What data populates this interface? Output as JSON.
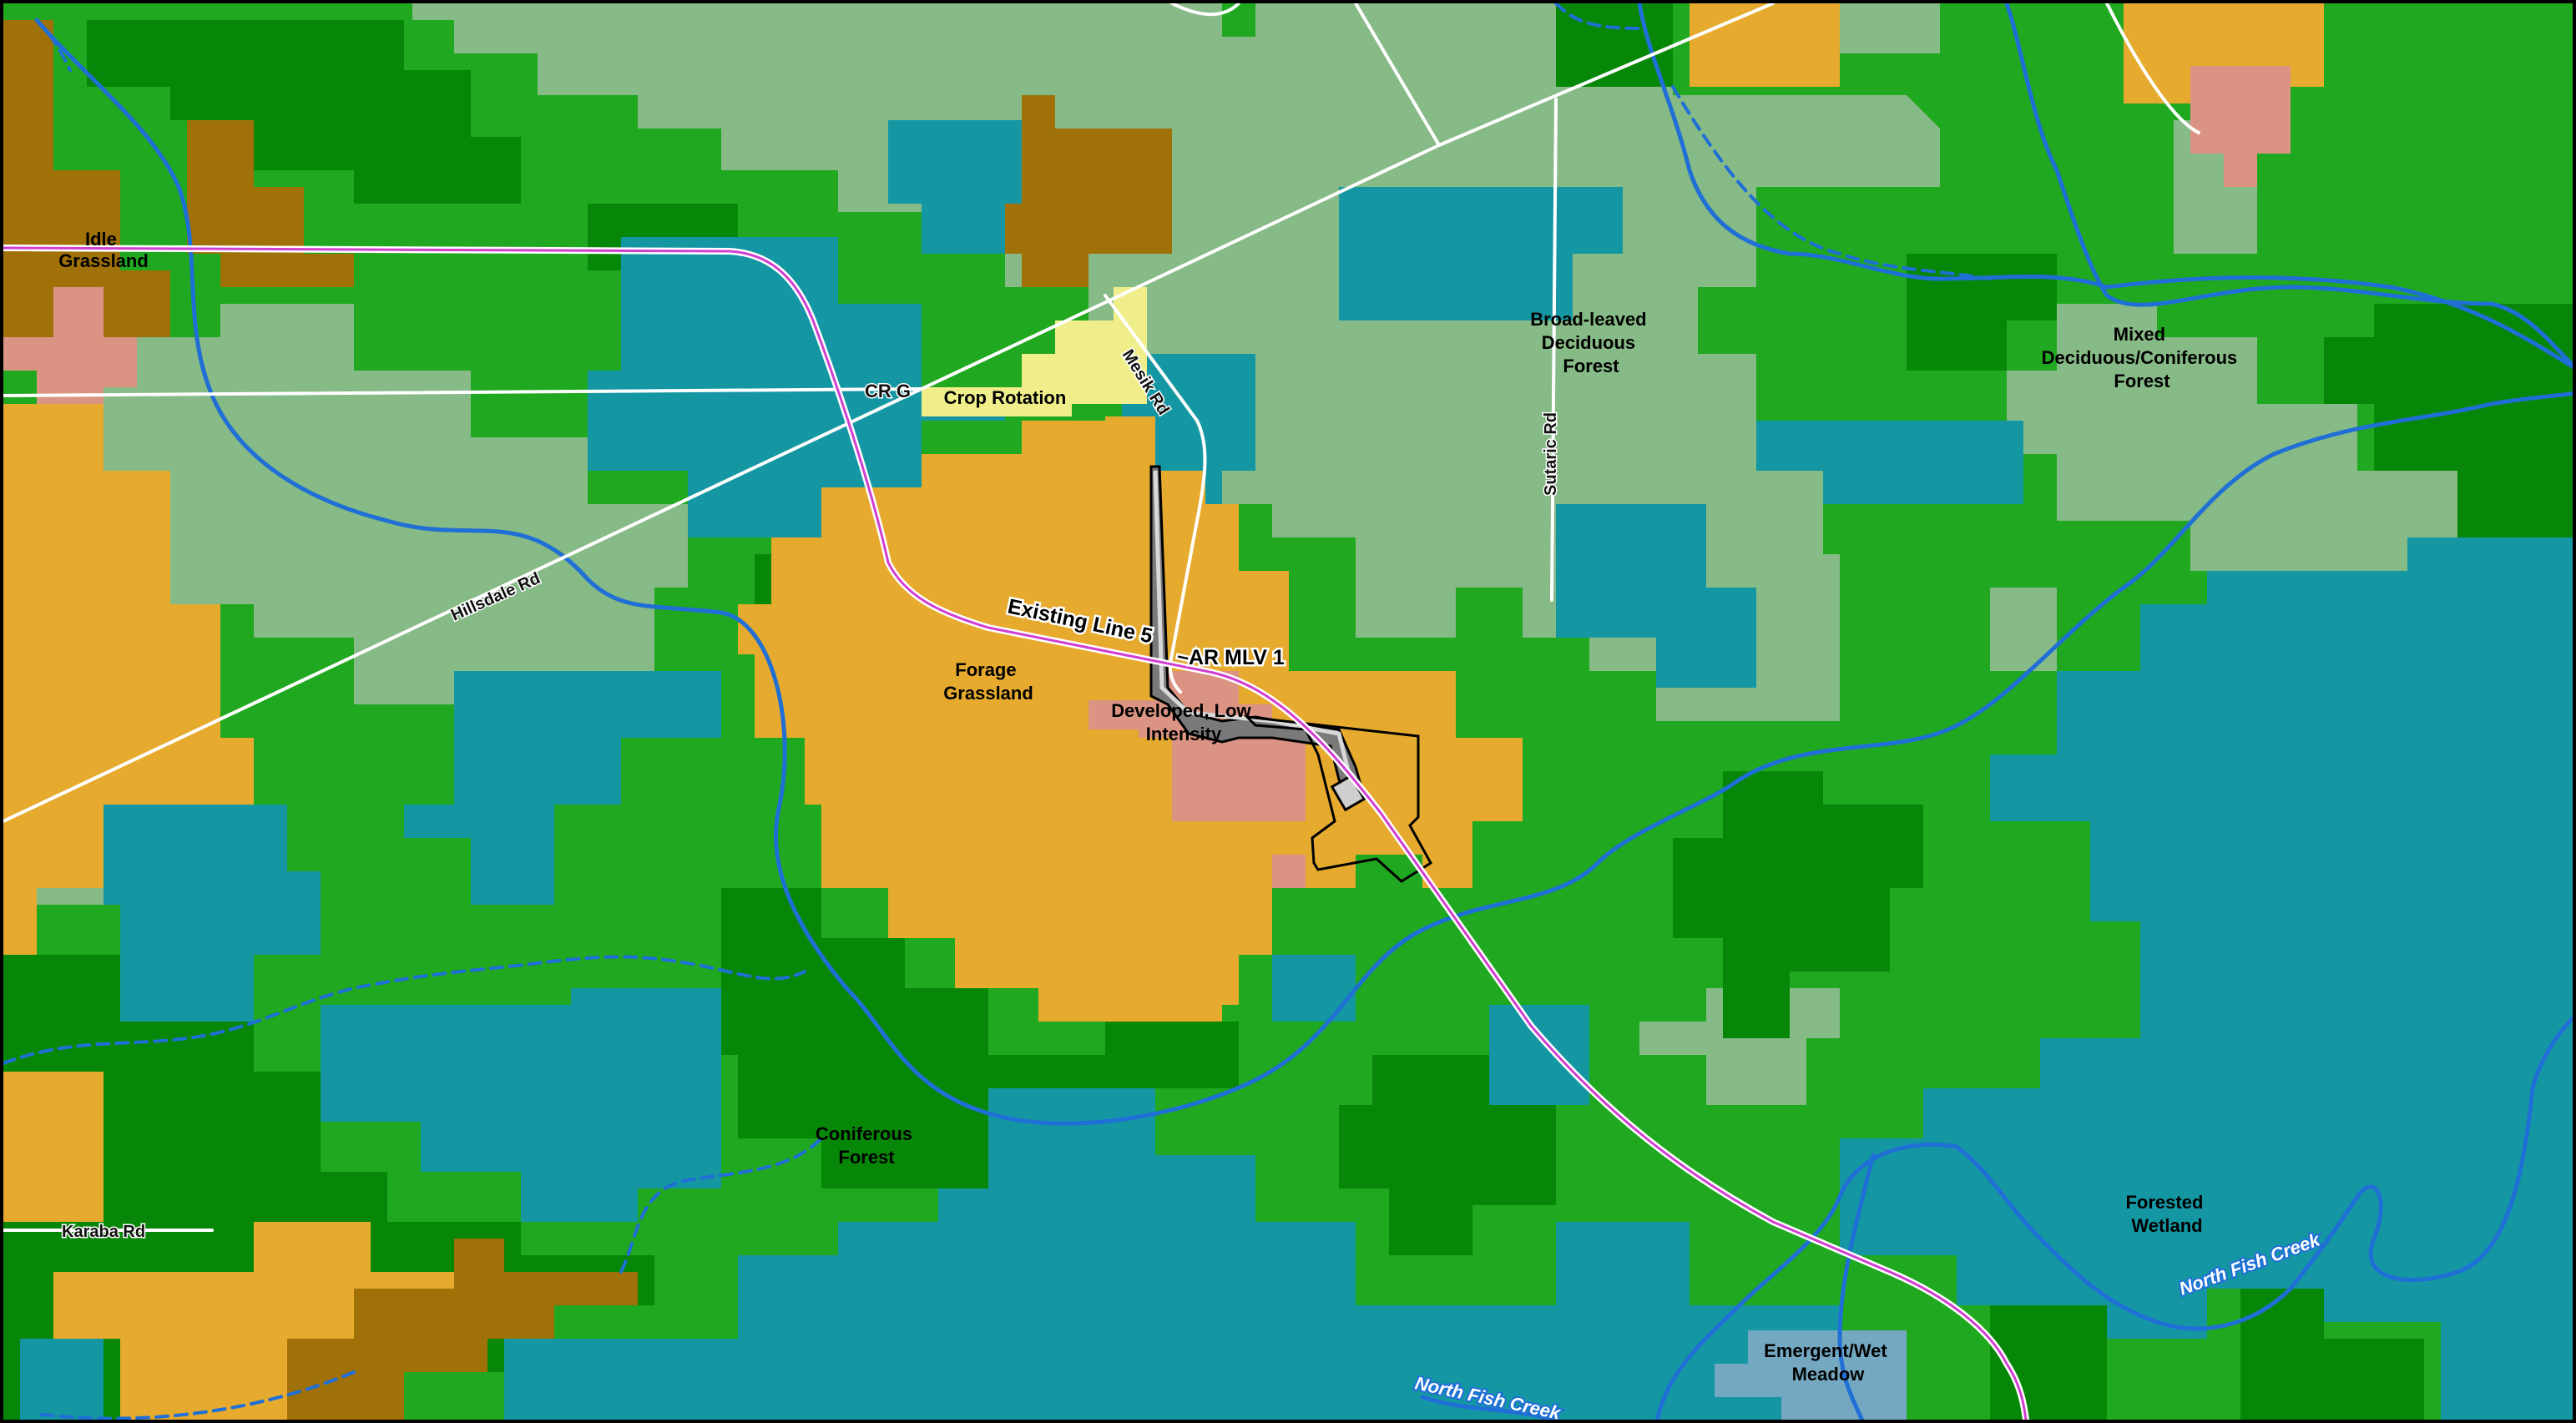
{
  "colors": {
    "mixed_forest": "#20a820",
    "broadleaf_forest": "#86ba86",
    "coniferous_forest": "#078707",
    "forested_wetland": "#1597a3",
    "forage_grassland": "#e6ab2e",
    "idle_grassland": "#a07108",
    "developed_low": "#db9383",
    "crop_rotation": "#f0ee8a",
    "emergent_wet_meadow": "#73a8c0",
    "stream": "#1f6fd6",
    "pipeline": "#d040d0",
    "road": "#ffffff"
  },
  "land_cover_labels": {
    "idle_grassland": [
      "Idle",
      "Grassland"
    ],
    "crop_rotation": [
      "Crop Rotation"
    ],
    "broadleaf_forest": [
      "Broad-leaved",
      "Deciduous",
      "Forest"
    ],
    "mixed_forest": [
      "Mixed",
      "Deciduous/Coniferous",
      "Forest"
    ],
    "forage_grassland": [
      "Forage",
      "Grassland"
    ],
    "developed_low": [
      "Developed, Low",
      "Intensity"
    ],
    "coniferous_forest": [
      "Coniferous",
      "Forest"
    ],
    "forested_wetland": [
      "Forested",
      "Wetland"
    ],
    "emergent_wet_meadow": [
      "Emergent/Wet",
      "Meadow"
    ]
  },
  "roads": {
    "cr_g": "CR G",
    "mesik": "Mesik Rd",
    "hillsdale": "Hillsdale Rd",
    "sutaric": "Sutaric Rd",
    "karaba": "Karaba Rd"
  },
  "pipeline": {
    "label": "Existing Line 5",
    "facility": "AR MLV 1"
  },
  "streams": {
    "north_fish_creek": "North Fish Creek"
  }
}
